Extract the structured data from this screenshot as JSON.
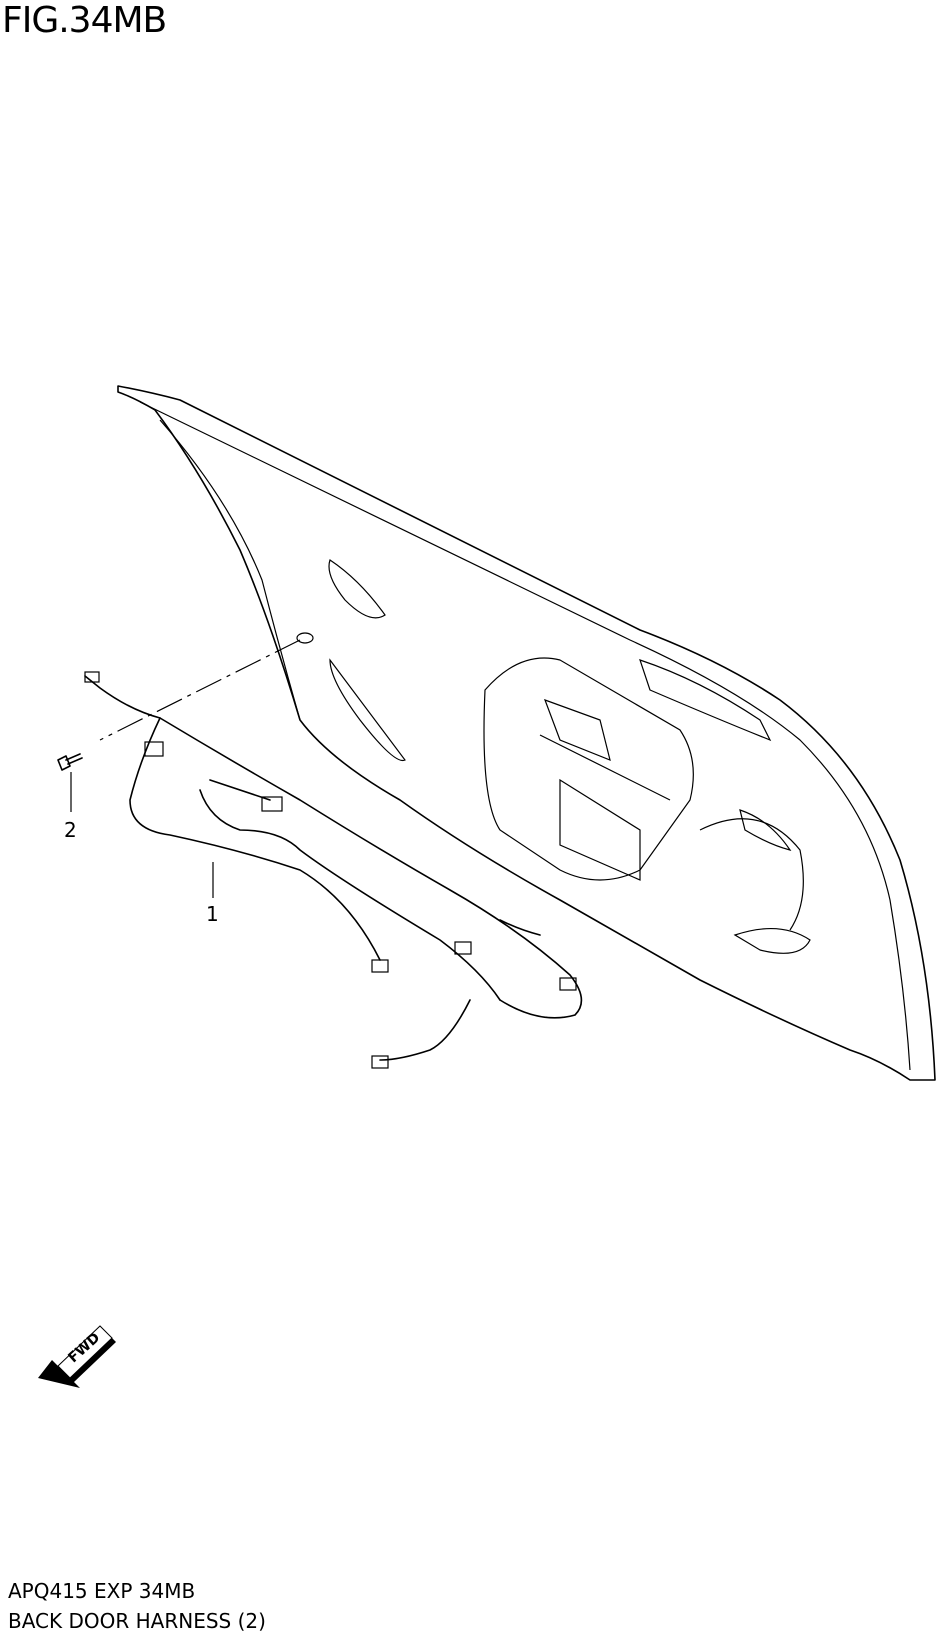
{
  "figure": {
    "title": "FIG.34MB",
    "code": "APQ415 EXP 34MB",
    "name": "BACK DOOR HARNESS (2)"
  },
  "callouts": [
    {
      "number": "1",
      "part": "harness"
    },
    {
      "number": "2",
      "part": "bolt"
    }
  ],
  "direction_indicator": {
    "label": "FWD"
  }
}
